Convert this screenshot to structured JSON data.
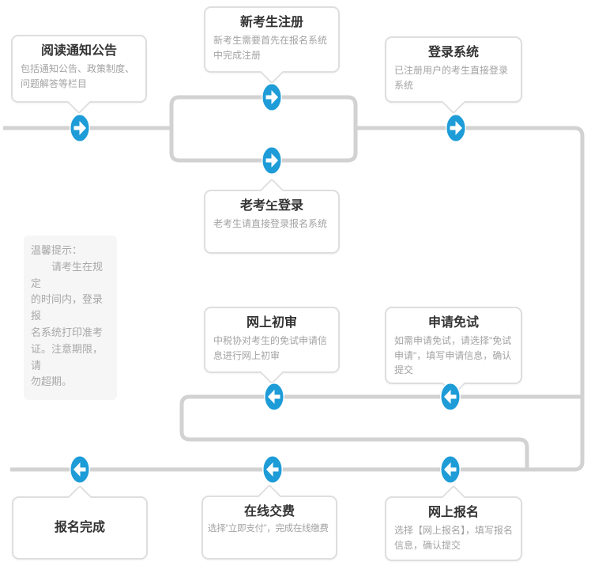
{
  "colors": {
    "arrow_blue": "#1e9cd8",
    "line_gray": "#d2d2d2",
    "box_border": "#dedede",
    "title_color": "#333333",
    "desc_color": "#a3a3a3",
    "tip_bg": "#f6f6f6",
    "tip_color": "#a8a8a8",
    "arrow_glyph_white": "#ffffff"
  },
  "icons": {
    "step_arrow_right": "arrow-right-icon",
    "step_arrow_left": "arrow-left-icon"
  },
  "steps": {
    "read_notice": {
      "title": "阅读通知公告",
      "desc": "包括通知公告、政策制度、问题解答等栏目"
    },
    "new_register": {
      "title": "新考生注册",
      "desc": "新考生需要首先在报名系统中完成注册"
    },
    "login_system": {
      "title": "登录系统",
      "desc": "已注册用户的考生直接登录系统"
    },
    "old_login": {
      "title": "老考生登录",
      "desc": "老考生请直接登录报名系统"
    },
    "online_review": {
      "title": "网上初审",
      "desc": "中税协对考生的免试申请信息进行网上初审"
    },
    "apply_exemption": {
      "title": "申请免试",
      "desc": "如需申请免试，请选择\"免试申请\"，填写申请信息，确认提交"
    },
    "register_done": {
      "title": "报名完成"
    },
    "online_payment": {
      "title": "在线交费",
      "desc": "选择“立即支付”，完成在线缴费"
    },
    "online_register": {
      "title": "网上报名",
      "desc": "选择【网上报名】，填写报名信息，确认提交"
    }
  },
  "tip": {
    "text": "温馨提示：\n　　请考生在规定\n的时间内，登录报\n名系统打印准考\n证。注意期限，请\n勿超期。"
  }
}
